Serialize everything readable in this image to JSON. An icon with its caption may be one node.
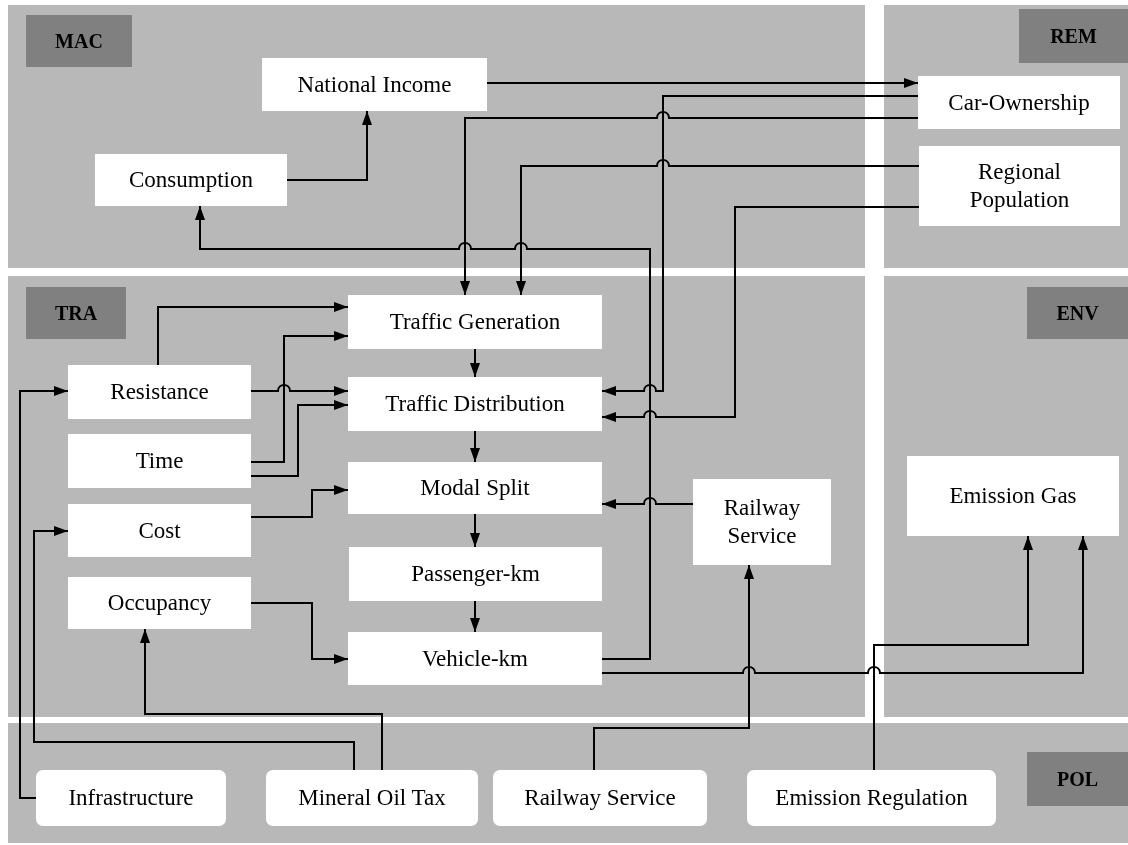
{
  "diagram": {
    "nodes": [
      {
        "text": [
          "MAC"
        ]
      },
      {
        "text": [
          "National Income"
        ],
        "in": 0
      },
      {
        "text": [
          "Consumption"
        ],
        "in": 0
      },
      {
        "text": [
          "REM"
        ]
      },
      {
        "text": [
          "Car-Ownership"
        ],
        "in": 3
      },
      {
        "text": [
          "Regional Population"
        ],
        "in": 3
      },
      {
        "text": [
          "TRA"
        ]
      },
      {
        "text": [
          "Traffic Generation"
        ],
        "in": 6
      },
      {
        "text": [
          "Traffic Distribution"
        ],
        "in": 6
      },
      {
        "text": [
          "Modal Split"
        ],
        "in": 6
      },
      {
        "text": [
          "Passenger-km"
        ],
        "in": 6
      },
      {
        "text": [
          "Vehicle-km"
        ],
        "in": 6
      },
      {
        "text": [
          "Resistance"
        ],
        "in": 6
      },
      {
        "text": [
          "Time"
        ],
        "in": 6
      },
      {
        "text": [
          "Cost"
        ],
        "in": 6
      },
      {
        "text": [
          "Occupancy"
        ],
        "in": 6
      },
      {
        "text": [
          "Railway Service"
        ],
        "in": 6
      },
      {
        "text": [
          "ENV"
        ]
      },
      {
        "text": [
          "Emission Gas"
        ],
        "in": 17
      },
      {
        "text": [
          "POL"
        ]
      },
      {
        "text": [
          "Infrastructure"
        ],
        "in": 19
      },
      {
        "text": [
          "Mineral Oil Tax"
        ],
        "in": 19
      },
      {
        "text": [
          "Railway Service"
        ],
        "in": 19
      },
      {
        "text": [
          "Emission Regulation"
        ],
        "in": 19
      }
    ],
    "edges": [
      {
        "from": 2,
        "to": 1,
        "arrow": "to"
      },
      {
        "from": 1,
        "to": 4,
        "arrow": "to"
      },
      {
        "from": 4,
        "to": 8,
        "arrow": "to"
      },
      {
        "from": 4,
        "to": 7,
        "arrow": "to"
      },
      {
        "from": 5,
        "to": 7,
        "arrow": "to"
      },
      {
        "from": 5,
        "to": 8,
        "arrow": "to"
      },
      {
        "from": 11,
        "to": 2,
        "arrow": "to"
      },
      {
        "from": 11,
        "to": 18,
        "arrow": "to"
      },
      {
        "from": 23,
        "to": 18,
        "arrow": "to"
      },
      {
        "from": 22,
        "to": 16,
        "arrow": "to"
      },
      {
        "from": 16,
        "to": 9,
        "arrow": "to"
      },
      {
        "from": 7,
        "to": 8,
        "arrow": "to"
      },
      {
        "from": 8,
        "to": 9,
        "arrow": "to"
      },
      {
        "from": 9,
        "to": 10,
        "arrow": "to"
      },
      {
        "from": 10,
        "to": 11,
        "arrow": "to"
      },
      {
        "from": 12,
        "to": 7,
        "arrow": "to"
      },
      {
        "from": 12,
        "to": 8,
        "arrow": "to"
      },
      {
        "from": 13,
        "to": 7,
        "arrow": "to"
      },
      {
        "from": 13,
        "to": 8,
        "arrow": "to"
      },
      {
        "from": 14,
        "to": 9,
        "arrow": "to"
      },
      {
        "from": 15,
        "to": 11,
        "arrow": "to"
      },
      {
        "from": 21,
        "to": 15,
        "arrow": "to"
      },
      {
        "from": 21,
        "to": 14,
        "arrow": "to"
      },
      {
        "from": 20,
        "to": 12,
        "arrow": "to"
      }
    ]
  }
}
